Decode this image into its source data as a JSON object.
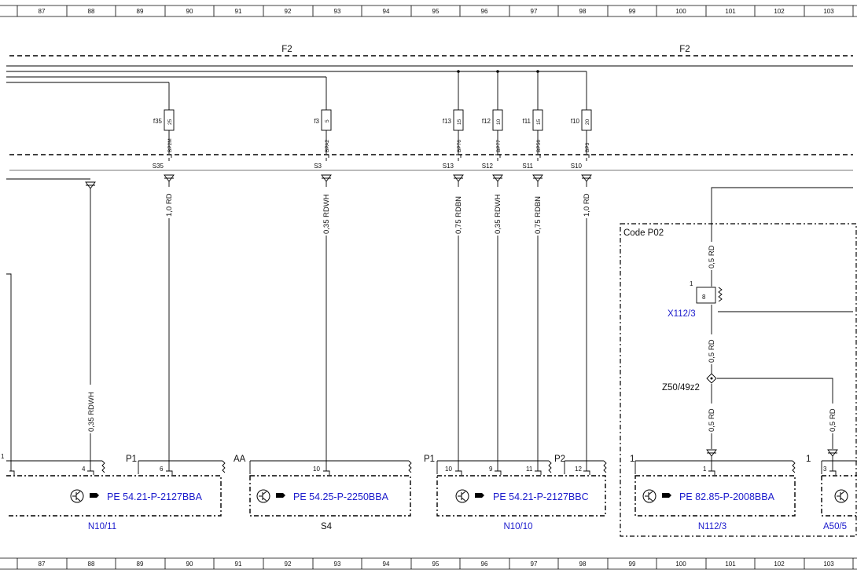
{
  "ruler": {
    "columns": [
      "87",
      "88",
      "89",
      "90",
      "91",
      "92",
      "93",
      "94",
      "95",
      "96",
      "97",
      "98",
      "99",
      "100",
      "101",
      "102",
      "103"
    ]
  },
  "busbars": [
    "F2",
    "F2"
  ],
  "branches": [
    {
      "id": "b35",
      "fuse": "f35",
      "amp": "25",
      "pin": "BP2M",
      "conn": "S35",
      "wire": "1,0 RD"
    },
    {
      "id": "b3",
      "fuse": "f3",
      "amp": "5",
      "pin": "BPA2",
      "conn": "S3",
      "wire": "0,35 RDWH"
    },
    {
      "id": "b13",
      "fuse": "f13",
      "amp": "15",
      "pin": "BP76",
      "conn": "S13",
      "wire": "0,75 RDBN"
    },
    {
      "id": "b12",
      "fuse": "f12",
      "amp": "10",
      "pin": "BP77",
      "conn": "S12",
      "wire": "0,35 RDWH"
    },
    {
      "id": "b11",
      "fuse": "f11",
      "amp": "15",
      "pin": "BP56",
      "conn": "S11",
      "wire": "0,75 RDBN"
    },
    {
      "id": "b10",
      "fuse": "f10",
      "amp": "20",
      "pin": "BP3",
      "conn": "S10",
      "wire": "1,0 RD"
    }
  ],
  "left_wire": "0,35 RDWH",
  "code_box": {
    "label": "Code P02",
    "wire_top": "0,5 RD",
    "connector": "X112/3",
    "connector_pin": "1",
    "connector_pin2": "8",
    "wire_mid": "0,5 RD",
    "splice": "Z50/49z2",
    "wire_low": "0,5 RD",
    "wire_right": "0,5 RD"
  },
  "modules": [
    {
      "id": "N10/11",
      "ref": "PE 54.21-P-2127BBA",
      "left_pin": "1",
      "pins": [
        "4",
        "6"
      ],
      "group": "P1"
    },
    {
      "id": "S4",
      "ref": "PE 54.25-P-2250BBA",
      "pins": [
        "10"
      ],
      "group": "AA"
    },
    {
      "id": "N10/10",
      "ref": "PE 54.21-P-2127BBC",
      "pins": [
        "10",
        "9",
        "11",
        "12"
      ],
      "group": "P1",
      "group2": "P2"
    },
    {
      "id": "N112/3",
      "ref": "PE 82.85-P-2008BBA",
      "pins": [
        "1"
      ],
      "group": "1"
    },
    {
      "id": "A50/5",
      "ref": "",
      "pins": [
        "3"
      ],
      "group": "1"
    }
  ]
}
